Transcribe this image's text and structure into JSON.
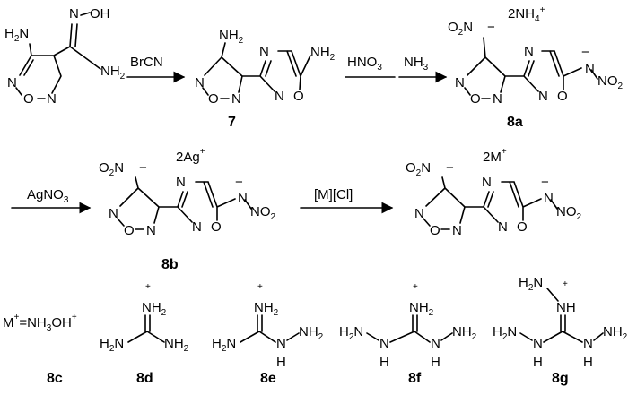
{
  "reagents": {
    "r1": "BrCN",
    "r2_a": "HNO",
    "r2_a_sub": "3",
    "r2_b": "NH",
    "r2_b_sub": "3",
    "r3_a": "AgNO",
    "r3_a_sub": "3",
    "r4": "[M][Cl]"
  },
  "atoms": {
    "h2n": "H2N",
    "nh2": "NH2",
    "oh": "OH",
    "n": "N",
    "o": "O",
    "no2": "NO2",
    "o2n": "O2N",
    "minus": "−",
    "h": "H"
  },
  "counterions": {
    "c8a": "2NH4",
    "c8b": "2Ag",
    "c8g": "2M"
  },
  "labels": {
    "c7": "7",
    "c8a": "8a",
    "c8b": "8b",
    "c8c": "8c",
    "c8d": "8d",
    "c8e": "8e",
    "c8f": "8f",
    "c8g": "8g"
  },
  "cations": {
    "m_def": "M+=NH3OH+"
  }
}
